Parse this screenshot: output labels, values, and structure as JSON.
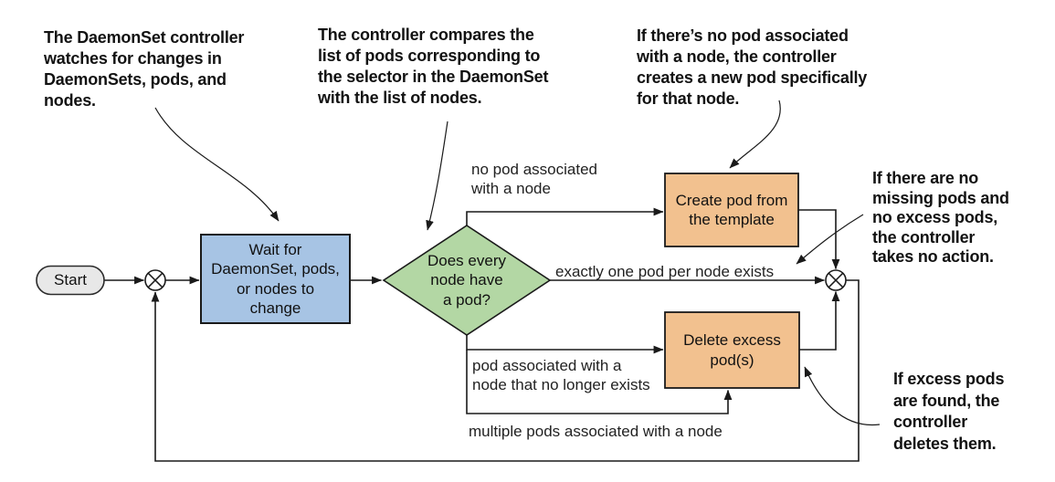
{
  "diagram": {
    "title": "DaemonSet controller flowchart"
  },
  "colors": {
    "process_fill": "#a7c4e4",
    "decision_fill": "#b3d7a4",
    "action_fill": "#f2c18f",
    "terminal_fill": "#e8e8e8",
    "line": "#1a1a1a"
  },
  "annotations": {
    "watches": {
      "lines": [
        "The DaemonSet controller",
        "watches for changes in",
        "DaemonSets, pods, and",
        "nodes."
      ]
    },
    "compares": {
      "lines": [
        "The controller compares the",
        "list of pods corresponding to",
        "the selector in the DaemonSet",
        "with the list of nodes."
      ]
    },
    "creates": {
      "lines": [
        "If there’s no pod associated",
        "with a node, the controller",
        "creates a new pod specifically",
        "for that node."
      ]
    },
    "no_action": {
      "lines": [
        "If there are no",
        "missing pods and",
        "no excess pods,",
        "the controller",
        "takes no action."
      ]
    },
    "deletes": {
      "lines": [
        "If excess pods",
        "are found, the",
        "controller",
        "deletes them."
      ]
    }
  },
  "nodes": {
    "start": {
      "label": "Start"
    },
    "wait": {
      "lines": [
        "Wait for",
        "DaemonSet, pods,",
        "or nodes to",
        "change"
      ]
    },
    "decision": {
      "lines": [
        "Does every",
        "node have",
        "a pod?"
      ]
    },
    "create_pod": {
      "lines": [
        "Create pod from",
        "the template"
      ]
    },
    "delete_pod": {
      "lines": [
        "Delete excess",
        "pod(s)"
      ]
    }
  },
  "edge_labels": {
    "no_pod": {
      "lines": [
        "no pod associated",
        "with a node"
      ]
    },
    "exactly_one": "exactly one pod per node exists",
    "pod_no_node": {
      "lines": [
        "pod associated with a",
        "node that no longer exists"
      ]
    },
    "multiple_pods": "multiple pods associated with a node"
  }
}
